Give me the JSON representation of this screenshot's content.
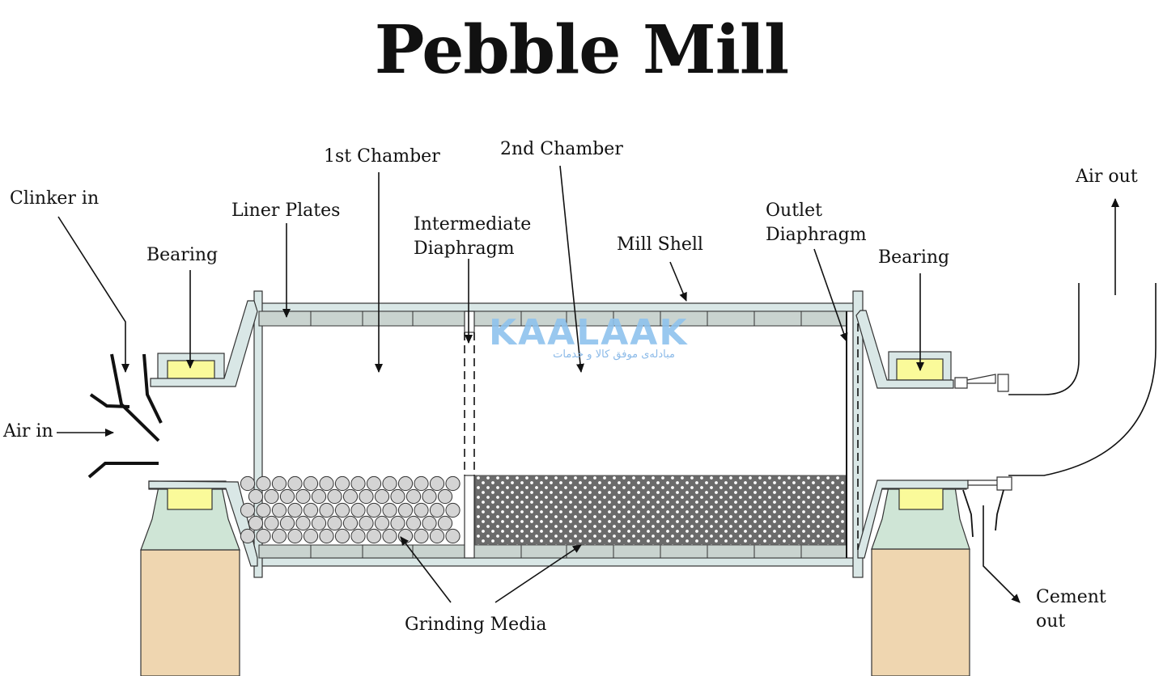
{
  "title": "Pebble Mill",
  "labels": {
    "clinker_in": "Clinker in",
    "bearing_left": "Bearing",
    "liner_plates": "Liner Plates",
    "first_chamber": "1st Chamber",
    "second_chamber": "2nd Chamber",
    "intermediate_1": "Intermediate",
    "intermediate_2": "Diaphragm",
    "mill_shell": "Mill Shell",
    "outlet_1": "Outlet",
    "outlet_2": "Diaphragm",
    "bearing_right": "Bearing",
    "air_out": "Air out",
    "air_in": "Air in",
    "grinding_media": "Grinding Media",
    "cement_1": "Cement",
    "cement_2": "out"
  },
  "watermark": {
    "brand": "KAALAAK",
    "tagline": "مبادله‌ی موفق کالا و خدمات"
  },
  "colors": {
    "shell": "#d9e7e6",
    "liner": "#c9d3cf",
    "bearing_block": "#fafa9a",
    "bearing_support": "#cfe5d6",
    "foundation": "#efd6b0",
    "media_dark": "#6b6b6b",
    "pebble": "#d4d4d4"
  }
}
